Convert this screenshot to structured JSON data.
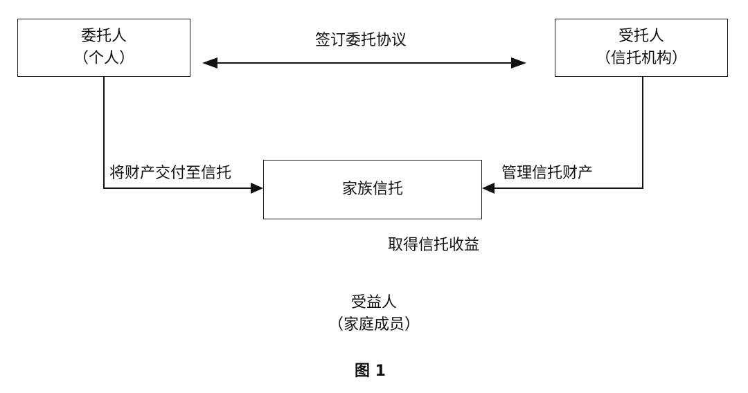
{
  "diagram": {
    "settlor": {
      "title": "委托人",
      "subtitle": "（个人）"
    },
    "trustee": {
      "title": "受托人",
      "subtitle": "（信托机构）"
    },
    "trust": {
      "title": "家族信托"
    },
    "beneficiary": {
      "title": "受益人",
      "subtitle": "（家庭成员）"
    },
    "edges": {
      "agreement": "签订委托协议",
      "transfer": "将财产交付至信托",
      "manage": "管理信托财产",
      "benefit": "取得信托收益"
    },
    "caption": "图 1"
  }
}
